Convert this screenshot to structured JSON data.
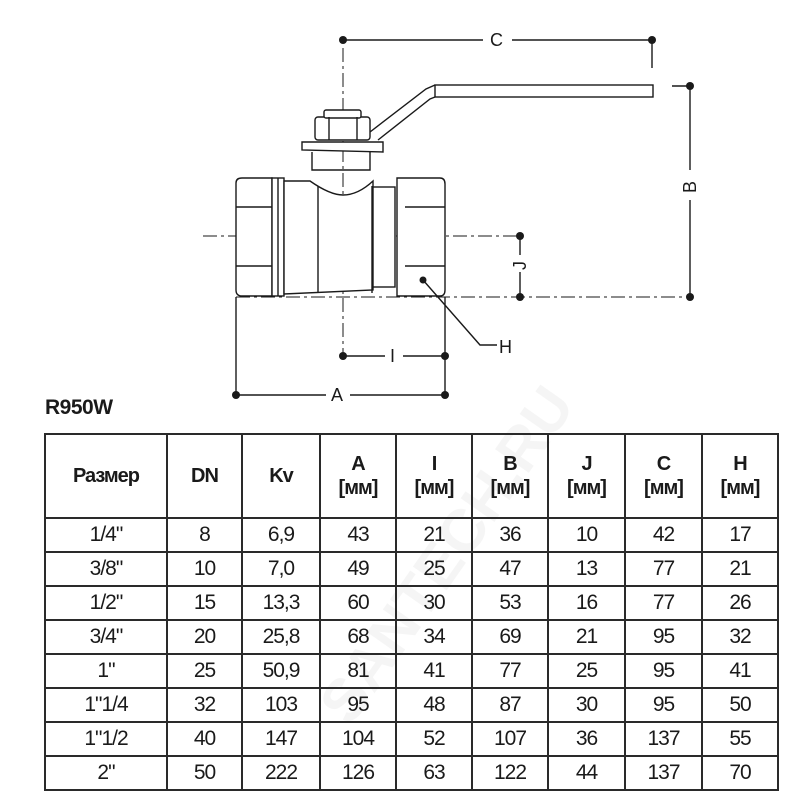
{
  "drawing": {
    "dimension_labels": {
      "A": "A",
      "B": "B",
      "C": "C",
      "I": "I",
      "J": "J",
      "H": "H"
    },
    "watermark": "SANTECH.RU"
  },
  "model": "R950W",
  "table": {
    "headers": [
      {
        "name": "Размер",
        "unit": ""
      },
      {
        "name": "DN",
        "unit": ""
      },
      {
        "name": "Kv",
        "unit": ""
      },
      {
        "name": "A",
        "unit": "[мм]"
      },
      {
        "name": "I",
        "unit": "[мм]"
      },
      {
        "name": "B",
        "unit": "[мм]"
      },
      {
        "name": "J",
        "unit": "[мм]"
      },
      {
        "name": "C",
        "unit": "[мм]"
      },
      {
        "name": "H",
        "unit": "[мм]"
      }
    ],
    "rows": [
      [
        "1/4\"",
        "8",
        "6,9",
        "43",
        "21",
        "36",
        "10",
        "42",
        "17"
      ],
      [
        "3/8\"",
        "10",
        "7,0",
        "49",
        "25",
        "47",
        "13",
        "77",
        "21"
      ],
      [
        "1/2\"",
        "15",
        "13,3",
        "60",
        "30",
        "53",
        "16",
        "77",
        "26"
      ],
      [
        "3/4\"",
        "20",
        "25,8",
        "68",
        "34",
        "69",
        "21",
        "95",
        "32"
      ],
      [
        "1\"",
        "25",
        "50,9",
        "81",
        "41",
        "77",
        "25",
        "95",
        "41"
      ],
      [
        "1\"1/4",
        "32",
        "103",
        "95",
        "48",
        "87",
        "30",
        "95",
        "50"
      ],
      [
        "1\"1/2",
        "40",
        "147",
        "104",
        "52",
        "107",
        "36",
        "137",
        "55"
      ],
      [
        "2\"",
        "50",
        "222",
        "126",
        "63",
        "122",
        "44",
        "137",
        "70"
      ]
    ]
  }
}
